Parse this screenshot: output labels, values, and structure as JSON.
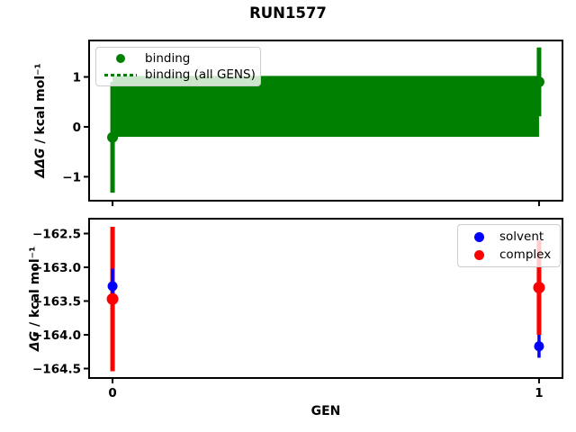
{
  "title": "RUN1577",
  "colors": {
    "binding": "#008000",
    "solvent": "#0000ff",
    "complex": "#ff0000",
    "axis": "#000000",
    "legend_border": "#cccccc"
  },
  "chart_data": [
    {
      "type": "scatter",
      "subplot": "top",
      "ylabel": "ΔΔG / kcal mol⁻¹",
      "ylabel_parts": {
        "math": "ΔΔG",
        "units": " / kcal mol⁻¹"
      },
      "xlabel": "",
      "xlim": [
        -0.055,
        1.055
      ],
      "ylim": [
        -1.48,
        1.73
      ],
      "yticks": [
        1,
        0,
        -1
      ],
      "ytick_labels": [
        "1",
        "0",
        "−1"
      ],
      "xticks": [
        0,
        1
      ],
      "xtick_labels": [
        "",
        ""
      ],
      "grid": false,
      "legend": {
        "position": "upper left",
        "entries": [
          {
            "label": "binding",
            "marker": "circle",
            "color": "#008000"
          },
          {
            "label": "binding (all GENS)",
            "marker": "dotted-line",
            "color": "#008000"
          }
        ]
      },
      "series": [
        {
          "name": "binding",
          "kind": "errorbar",
          "color": "#008000",
          "x": [
            0,
            1
          ],
          "y": [
            -0.21,
            0.9
          ],
          "yerr": [
            1.11,
            0.69
          ],
          "linewidth": 5,
          "marker_r": 6
        },
        {
          "name": "binding (all GENS)",
          "kind": "band",
          "color": "#008000",
          "value": 0.41,
          "band_low": -0.2,
          "band_high": 1.02,
          "x_range": [
            0,
            1
          ]
        }
      ]
    },
    {
      "type": "scatter",
      "subplot": "bottom",
      "ylabel": "ΔG / kcal mol⁻¹",
      "ylabel_parts": {
        "math": "ΔG",
        "units": " / kcal mol⁻¹"
      },
      "xlabel": "GEN",
      "xlim": [
        -0.055,
        1.055
      ],
      "ylim": [
        -164.64,
        -162.28
      ],
      "yticks": [
        -162.5,
        -163.0,
        -163.5,
        -164.0,
        -164.5
      ],
      "ytick_labels": [
        "−162.5",
        "−163.0",
        "−163.5",
        "−164.0",
        "−164.5"
      ],
      "xticks": [
        0,
        1
      ],
      "xtick_labels": [
        "0",
        "1"
      ],
      "grid": false,
      "legend": {
        "position": "upper right",
        "entries": [
          {
            "label": "solvent",
            "marker": "circle",
            "color": "#0000ff"
          },
          {
            "label": "complex",
            "marker": "circle",
            "color": "#ff0000"
          }
        ]
      },
      "series": [
        {
          "name": "complex",
          "kind": "errorbar",
          "color": "#ff0000",
          "x": [
            0,
            1
          ],
          "y": [
            -163.47,
            -163.3
          ],
          "yerr": [
            1.07,
            0.7
          ],
          "linewidth": 5,
          "marker_r": 6.5
        },
        {
          "name": "solvent",
          "kind": "errorbar",
          "color": "#0000ff",
          "x": [
            0,
            1
          ],
          "y": [
            -163.28,
            -164.17
          ],
          "yerr": [
            0.26,
            0.17
          ],
          "linewidth": 3.5,
          "marker_r": 5.5
        }
      ]
    }
  ]
}
